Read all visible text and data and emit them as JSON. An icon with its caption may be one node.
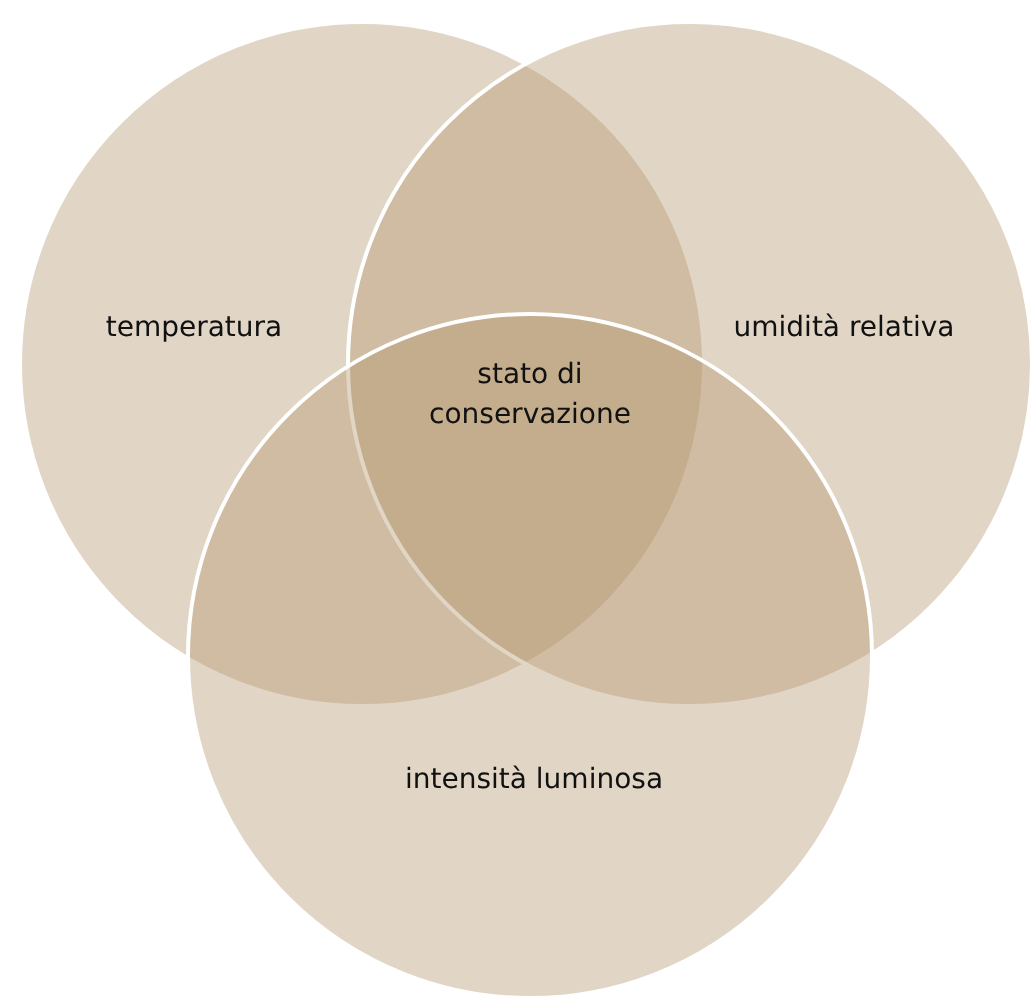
{
  "diagram": {
    "nodes": [
      {
        "text": [
          "temperatura"
        ]
      },
      {
        "text": [
          "umidità relativa"
        ]
      },
      {
        "text": [
          "intensità luminosa"
        ]
      },
      {
        "text": [
          "stato di conservazione"
        ]
      }
    ]
  }
}
